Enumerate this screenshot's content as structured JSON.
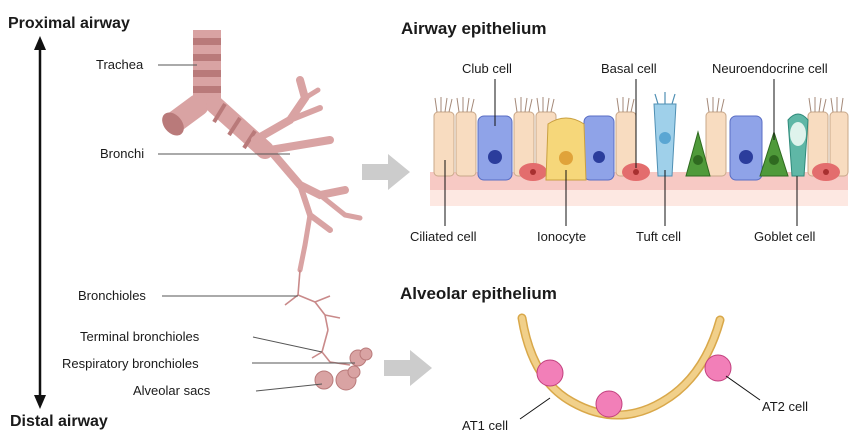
{
  "axis": {
    "top": "Proximal airway",
    "bottom": "Distal airway"
  },
  "airway_labels": {
    "trachea": "Trachea",
    "bronchi": "Bronchi",
    "bronchioles": "Bronchioles",
    "terminal": "Terminal bronchioles",
    "respiratory": "Respiratory bronchioles",
    "alveolar_sacs": "Alveolar sacs"
  },
  "airway_epithelium": {
    "title": "Airway epithelium",
    "top_labels": {
      "club": "Club cell",
      "basal": "Basal cell",
      "neuroendocrine": "Neuroendocrine cell"
    },
    "bottom_labels": {
      "ciliated": "Ciliated cell",
      "ionocyte": "Ionocyte",
      "tuft": "Tuft cell",
      "goblet": "Goblet cell"
    }
  },
  "alveolar_epithelium": {
    "title": "Alveolar epithelium",
    "labels": {
      "at1": "AT1 cell",
      "at2": "AT2 cell"
    }
  },
  "colors": {
    "airway": "#d9a3a3",
    "airway_dark": "#b97a7a",
    "ciliated": "#f8dcc0",
    "club": "#8fa3e8",
    "basal": "#e36d6d",
    "ionocyte": "#f6d77a",
    "tuft": "#9fd0ea",
    "neuroendocrine": "#4f9a3a",
    "goblet": "#5fb7a6",
    "at1": "#f1d08a",
    "at2": "#f27fb8",
    "arrow": "#cccccc"
  }
}
